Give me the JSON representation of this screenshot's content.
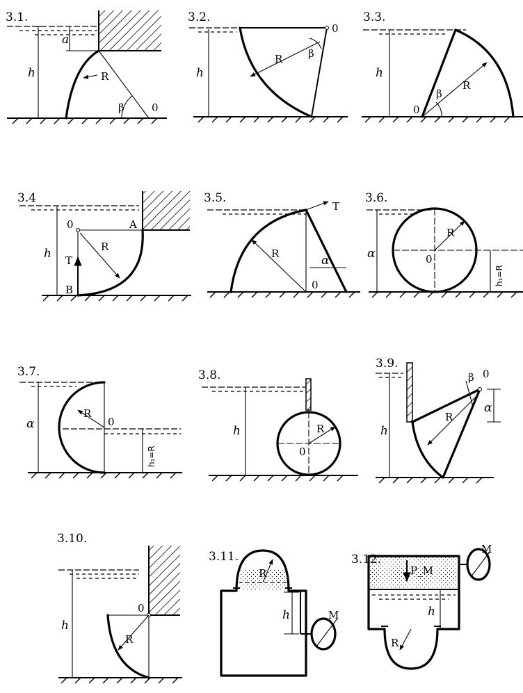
{
  "figures": [
    {
      "number": "3.1.",
      "labels": [
        "a",
        "h",
        "R",
        "β",
        "0"
      ]
    },
    {
      "number": "3.2.",
      "labels": [
        "h",
        "R",
        "β",
        "0"
      ]
    },
    {
      "number": "3.3.",
      "labels": [
        "h",
        "R",
        "β",
        "0"
      ]
    },
    {
      "number": "3.4",
      "labels": [
        "h",
        "0",
        "A",
        "R",
        "T",
        "B"
      ]
    },
    {
      "number": "3.5.",
      "labels": [
        "T",
        "R",
        "α",
        "0"
      ]
    },
    {
      "number": "3.6.",
      "labels": [
        "α",
        "R",
        "0",
        "h₁=R"
      ]
    },
    {
      "number": "3.7.",
      "labels": [
        "α",
        "R",
        "0",
        "h₁=R"
      ]
    },
    {
      "number": "3.8.",
      "labels": [
        "h",
        "R",
        "0"
      ]
    },
    {
      "number": "3.9.",
      "labels": [
        "h",
        "β",
        "0",
        "R",
        "α"
      ]
    },
    {
      "number": "3.10.",
      "labels": [
        "h",
        "0",
        "R"
      ]
    },
    {
      "number": "3.11.",
      "labels": [
        "R",
        "h",
        "M"
      ]
    },
    {
      "number": "3.12.",
      "labels": [
        "P_M",
        "M",
        "h",
        "R"
      ]
    }
  ]
}
